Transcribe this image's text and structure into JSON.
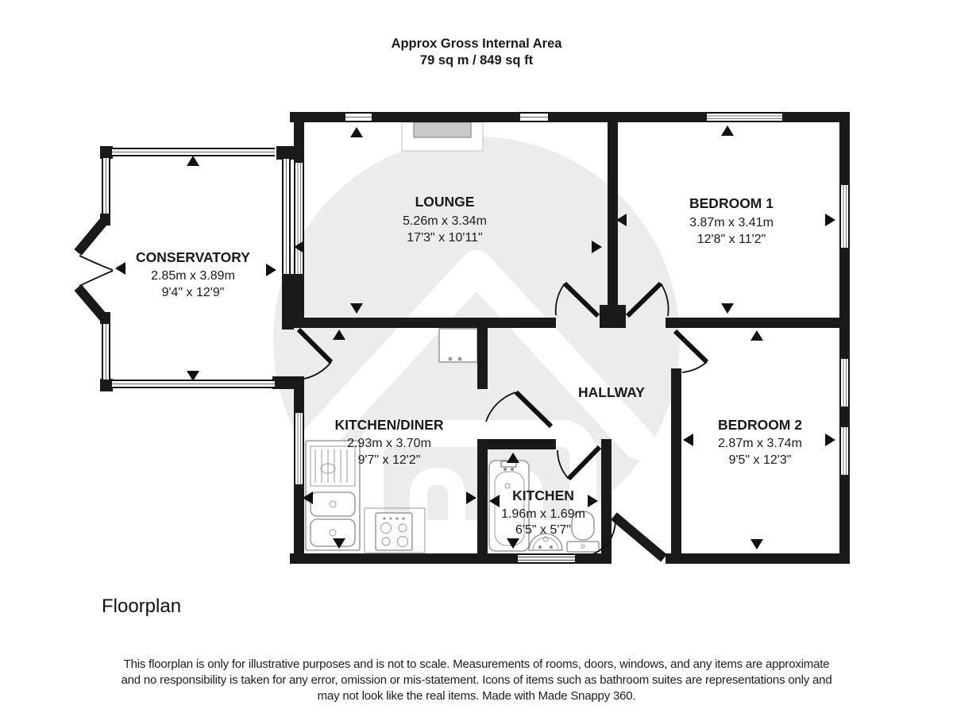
{
  "header": {
    "title": "Approx Gross Internal Area",
    "area": "79 sq m / 849 sq ft"
  },
  "rooms": {
    "conservatory": {
      "name": "CONSERVATORY",
      "metric": "2.85m x 3.89m",
      "imperial": "9'4\" x 12'9\""
    },
    "lounge": {
      "name": "LOUNGE",
      "metric": "5.26m x 3.34m",
      "imperial": "17'3\" x 10'11\""
    },
    "bedroom1": {
      "name": "BEDROOM 1",
      "metric": "3.87m x 3.41m",
      "imperial": "12'8\" x 11'2\""
    },
    "kitchen_diner": {
      "name": "KITCHEN/DINER",
      "metric": "2.93m x 3.70m",
      "imperial": "9'7\" x 12'2\""
    },
    "hallway": {
      "name": "HALLWAY"
    },
    "kitchen": {
      "name": "KITCHEN",
      "metric": "1.96m x 1.69m",
      "imperial": "6'5\" x 5'7\""
    },
    "bedroom2": {
      "name": "BEDROOM 2",
      "metric": "2.87m x 3.74m",
      "imperial": "9'5\" x 12'3\""
    }
  },
  "footer": {
    "caption": "Floorplan",
    "disclaimer_lines": [
      "This floorplan is only for illustrative purposes and is not to scale. Measurements of rooms, doors, windows, and any items are approximate",
      "and no responsibility is taken for any error, omission or mis-statement. Icons of items such as bathroom suites are representations only and",
      "may not look like the real items. Made with Made Snappy 360."
    ]
  },
  "colors": {
    "wall": "#1a1a1a",
    "watermark": "#ececec",
    "fixture_outline": "#8a8a8a"
  }
}
